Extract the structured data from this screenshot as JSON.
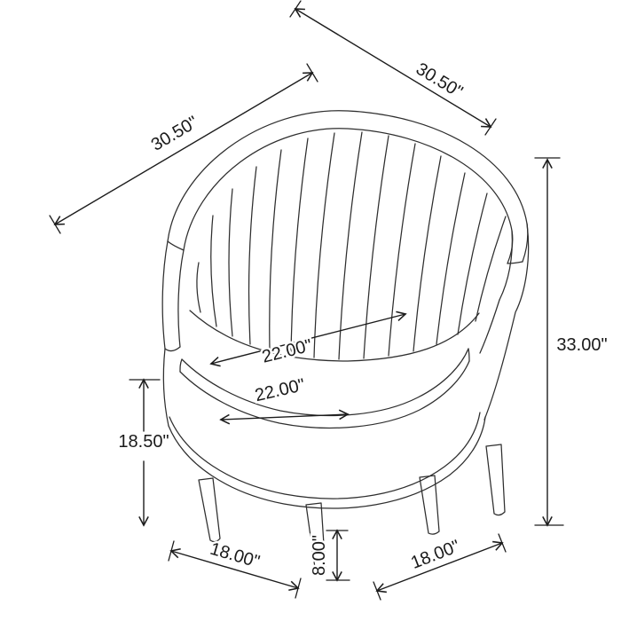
{
  "diagram": {
    "subject": "channel-tufted barrel accent chair wireframe dimension drawing",
    "background": "#ffffff",
    "line_color": "#2e2e2e",
    "dimension_color": "#1c1c1c",
    "labels": {
      "depth_left": "30.50\"",
      "width_top": "30.50\"",
      "overall_height": "33.00\"",
      "seat_width_upper": "22.00\"",
      "seat_width_lower": "22.00\"",
      "base_height": "18.50\"",
      "front_width": "18.00\"",
      "side_depth": "18.00\"",
      "leg_height": "8.00\""
    }
  }
}
